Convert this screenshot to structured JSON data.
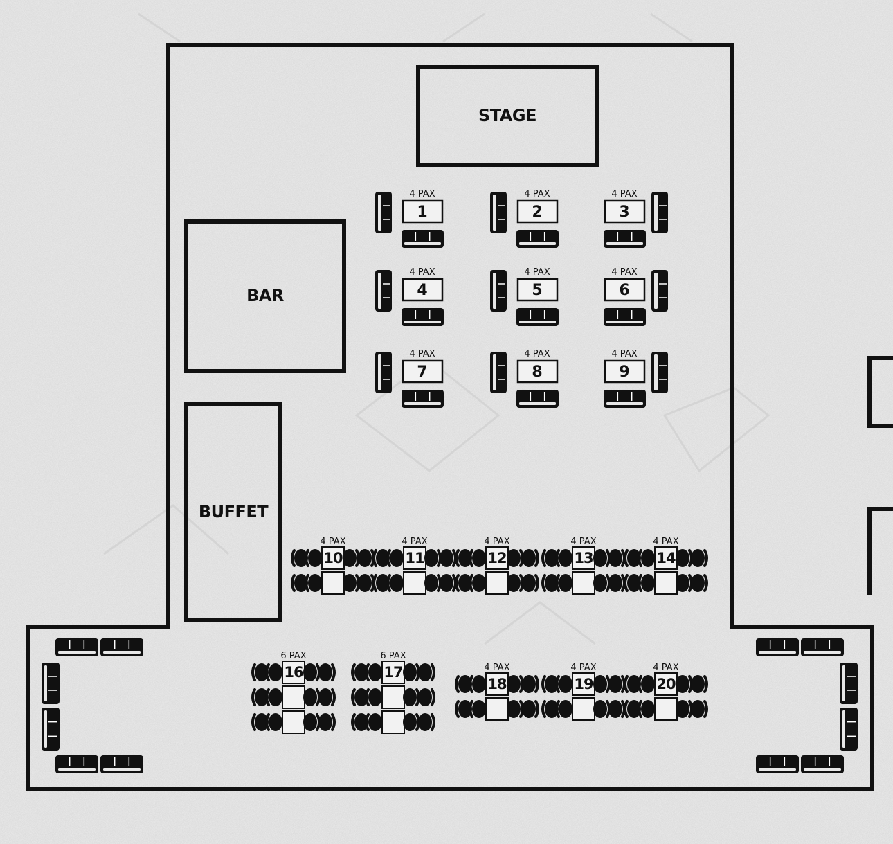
{
  "zones": {
    "stage": "STAGE",
    "bar": "BAR",
    "buffet": "BUFFET"
  },
  "tables": [
    {
      "id": "1",
      "pax": "4 PAX",
      "style": "sofa",
      "sofa_side": "left"
    },
    {
      "id": "2",
      "pax": "4 PAX",
      "style": "sofa",
      "sofa_side": "left"
    },
    {
      "id": "3",
      "pax": "4 PAX",
      "style": "sofa",
      "sofa_side": "right"
    },
    {
      "id": "4",
      "pax": "4 PAX",
      "style": "sofa",
      "sofa_side": "left"
    },
    {
      "id": "5",
      "pax": "4 PAX",
      "style": "sofa",
      "sofa_side": "left"
    },
    {
      "id": "6",
      "pax": "4 PAX",
      "style": "sofa",
      "sofa_side": "right"
    },
    {
      "id": "7",
      "pax": "4 PAX",
      "style": "sofa",
      "sofa_side": "left"
    },
    {
      "id": "8",
      "pax": "4 PAX",
      "style": "sofa",
      "sofa_side": "left"
    },
    {
      "id": "9",
      "pax": "4 PAX",
      "style": "sofa",
      "sofa_side": "right"
    },
    {
      "id": "10",
      "pax": "4 PAX",
      "style": "chairs",
      "rows": 2
    },
    {
      "id": "11",
      "pax": "4 PAX",
      "style": "chairs",
      "rows": 2
    },
    {
      "id": "12",
      "pax": "4 PAX",
      "style": "chairs",
      "rows": 2
    },
    {
      "id": "13",
      "pax": "4 PAX",
      "style": "chairs",
      "rows": 2
    },
    {
      "id": "14",
      "pax": "4 PAX",
      "style": "chairs",
      "rows": 2
    },
    {
      "id": "16",
      "pax": "6 PAX",
      "style": "chairs",
      "rows": 3
    },
    {
      "id": "17",
      "pax": "6 PAX",
      "style": "chairs",
      "rows": 3
    },
    {
      "id": "18",
      "pax": "4 PAX",
      "style": "chairs",
      "rows": 2
    },
    {
      "id": "19",
      "pax": "4 PAX",
      "style": "chairs",
      "rows": 2
    },
    {
      "id": "20",
      "pax": "4 PAX",
      "style": "chairs",
      "rows": 2
    }
  ],
  "lounges": [
    {
      "side": "left"
    },
    {
      "side": "right"
    }
  ],
  "colors": {
    "background": "#ececec",
    "ink": "#111111"
  }
}
